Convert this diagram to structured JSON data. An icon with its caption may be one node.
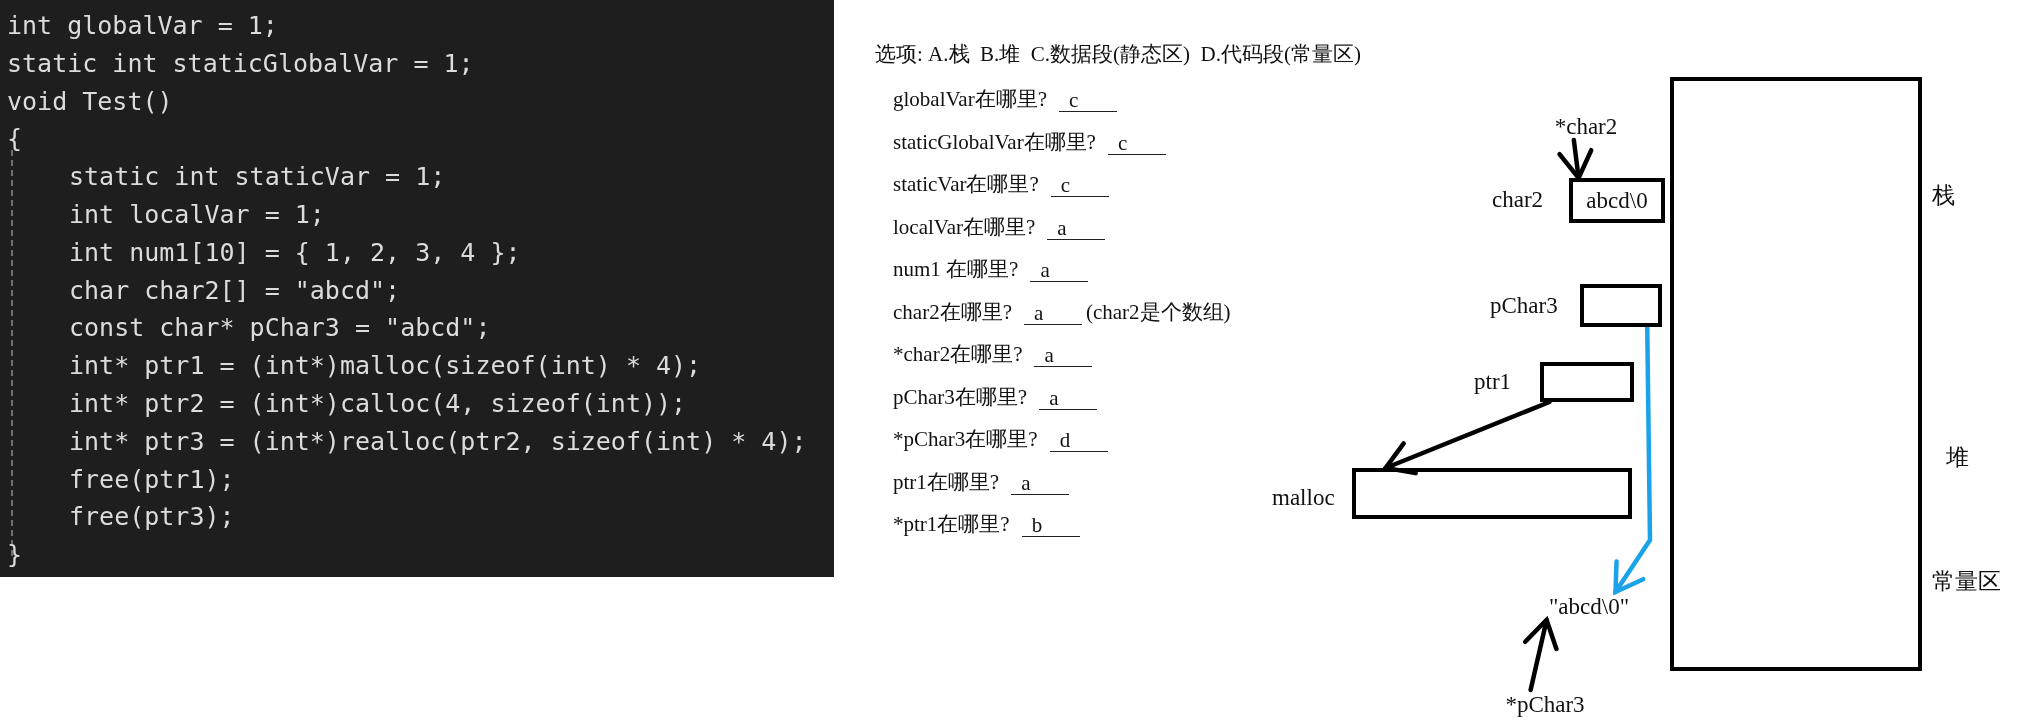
{
  "diagram": {
    "nodes": [
      {
        "text": [],
        "shape": "box",
        "beside": [
          "栈",
          "堆",
          "常量区"
        ]
      },
      {
        "text": [
          "*char2"
        ]
      },
      {
        "text": [
          "abcd\\0"
        ],
        "beside": [
          "char2"
        ]
      },
      {
        "text": [],
        "shape": "box",
        "beside": [
          "pChar3"
        ]
      },
      {
        "text": [],
        "shape": "box",
        "beside": [
          "ptr1"
        ]
      },
      {
        "text": [],
        "shape": "box",
        "beside": [
          "malloc"
        ]
      },
      {
        "text": [
          "\"abcd\\0\""
        ]
      },
      {
        "text": [
          "*pChar3"
        ]
      }
    ],
    "edges": [
      {
        "from": 1,
        "to": 2,
        "arrow": "to"
      },
      {
        "from": 3,
        "to": 6,
        "arrow": "to",
        "color": "#1aa3e8"
      },
      {
        "from": 4,
        "to": 5,
        "arrow": "to"
      },
      {
        "from": 7,
        "to": 6,
        "arrow": "to"
      }
    ],
    "labels": [
      "int globalVar = 1;",
      "static int staticGlobalVar = 1;",
      "void Test()",
      "{",
      "static int staticVar = 1;",
      "int localVar = 1;",
      "int num1[10] = { 1, 2, 3, 4 };",
      "char char2[] = \"abcd\";",
      "const char* pChar3 = \"abcd\";",
      "int* ptr1 = (int*)malloc(sizeof(int) * 4);",
      "int* ptr2 = (int*)calloc(4, sizeof(int));",
      "int* ptr3 = (int*)realloc(ptr2, sizeof(int) * 4);",
      "free(ptr1);",
      "free(ptr3);",
      "}",
      "选项: A.栈  B.堆  C.数据段(静态区)  D.代码段(常量区)",
      "globalVar在哪里?",
      "c",
      "staticGlobalVar在哪里?",
      "c",
      "staticVar在哪里?",
      "c",
      "localVar在哪里?",
      "a",
      "num1 在哪里?",
      "a",
      "char2在哪里?",
      "a",
      "(char2是个数组)",
      "*char2在哪里?",
      "a",
      "pChar3在哪里?",
      "a",
      "*pChar3在哪里?",
      "d",
      "ptr1在哪里?",
      "a",
      "*ptr1在哪里?",
      "b"
    ]
  }
}
